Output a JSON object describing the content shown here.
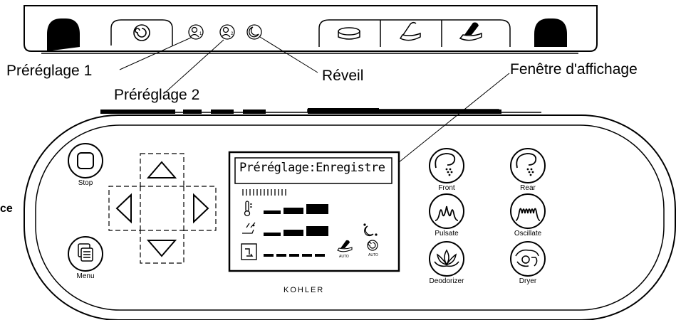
{
  "callouts": {
    "preset1": "Préréglage 1",
    "preset2": "Préréglage 2",
    "wake": "Réveil",
    "display_window": "Fenêtre d'affichage",
    "left_cut": "ce"
  },
  "display": {
    "title": "Préréglage:Enregistre",
    "auto_label_1": "AUTO",
    "auto_label_2": "AUTO"
  },
  "buttons": {
    "stop": "Stop",
    "menu": "Menu",
    "front": "Front",
    "rear": "Rear",
    "pulsate": "Pulsate",
    "oscillate": "Oscillate",
    "deodorizer": "Deodorizer",
    "dryer": "Dryer"
  },
  "brand": "KOHLER"
}
